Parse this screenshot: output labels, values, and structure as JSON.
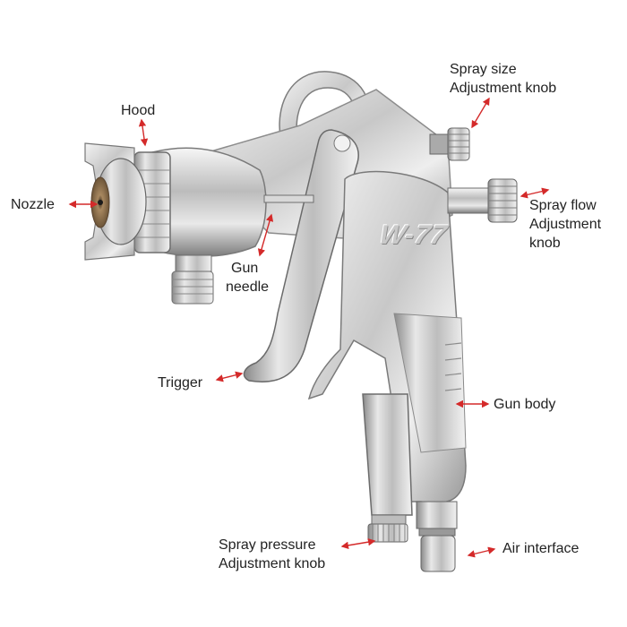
{
  "diagram": {
    "subject": "Spray gun",
    "model_marking": "W-77",
    "arrow_color": "#d42a2a",
    "labels": [
      {
        "id": "hood",
        "lines": [
          "Hood"
        ]
      },
      {
        "id": "nozzle",
        "lines": [
          "Nozzle"
        ]
      },
      {
        "id": "gun-needle",
        "lines": [
          "Gun",
          "needle"
        ]
      },
      {
        "id": "trigger",
        "lines": [
          "Trigger"
        ]
      },
      {
        "id": "spray-size",
        "lines": [
          "Spray size",
          "Adjustment knob"
        ]
      },
      {
        "id": "spray-flow",
        "lines": [
          "Spray flow",
          "Adjustment",
          "knob"
        ]
      },
      {
        "id": "gun-body",
        "lines": [
          "Gun body"
        ]
      },
      {
        "id": "spray-pressure",
        "lines": [
          "Spray pressure",
          "Adjustment knob"
        ]
      },
      {
        "id": "air-interface",
        "lines": [
          "Air interface"
        ]
      }
    ]
  }
}
